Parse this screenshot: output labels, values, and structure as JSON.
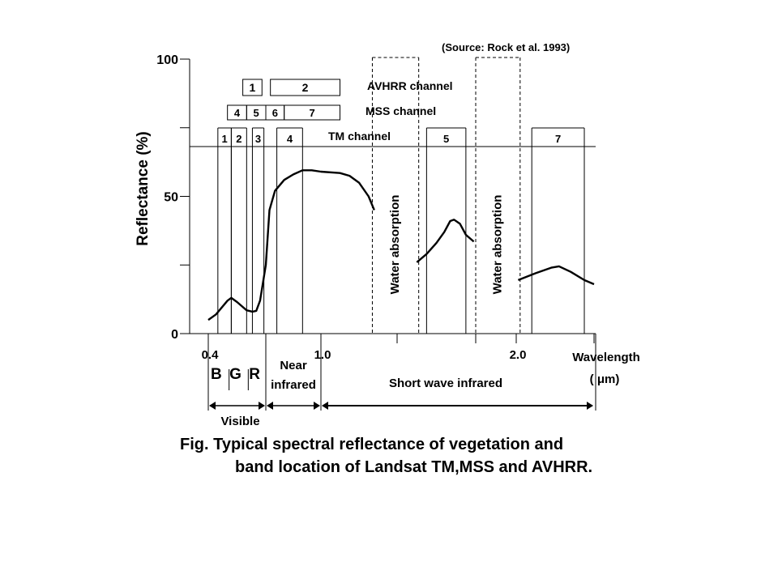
{
  "source_note": "(Source: Rock et al. 1993)",
  "caption": {
    "line1": "Fig. Typical spectral reflectance of vegetation and",
    "line2": "band location of Landsat TM,MSS and AVHRR."
  },
  "chart_data": {
    "type": "line",
    "ylabel": "Reflectance  (%)",
    "xlabel_line1": "Wavelength",
    "xlabel_line2": "( μm)",
    "ylim": [
      0,
      100
    ],
    "xlim": [
      0.38,
      2.4
    ],
    "y_ticks": [
      {
        "value": 0,
        "label": "0"
      },
      {
        "value": 25,
        "label": ""
      },
      {
        "value": 50,
        "label": "50"
      },
      {
        "value": 75,
        "label": ""
      },
      {
        "value": 100,
        "label": "100"
      }
    ],
    "x_ticks": [
      {
        "value": 0.4,
        "label": "0.4"
      },
      {
        "value": 0.7,
        "label": ""
      },
      {
        "value": 1.0,
        "label": "1.0"
      },
      {
        "value": 1.4,
        "label": ""
      },
      {
        "value": 1.8,
        "label": ""
      },
      {
        "value": 2.0,
        "label": "2.0"
      },
      {
        "value": 2.4,
        "label": ""
      }
    ],
    "series": [
      {
        "segments": [
          [
            [
              0.4,
              5
            ],
            [
              0.44,
              7
            ],
            [
              0.5,
              12
            ],
            [
              0.52,
              13
            ],
            [
              0.55,
              11.5
            ],
            [
              0.6,
              8.5
            ],
            [
              0.63,
              8
            ],
            [
              0.65,
              8.3
            ],
            [
              0.67,
              12
            ],
            [
              0.7,
              25
            ],
            [
              0.72,
              45
            ],
            [
              0.75,
              52
            ],
            [
              0.8,
              56
            ],
            [
              0.85,
              58
            ],
            [
              0.9,
              59.5
            ],
            [
              0.95,
              59.5
            ],
            [
              1.0,
              59
            ],
            [
              1.1,
              58.5
            ],
            [
              1.15,
              57.5
            ],
            [
              1.2,
              55
            ],
            [
              1.25,
              50
            ],
            [
              1.28,
              45
            ]
          ],
          [
            [
              1.5,
              26
            ],
            [
              1.55,
              29
            ],
            [
              1.6,
              33
            ],
            [
              1.64,
              37
            ],
            [
              1.67,
              41
            ],
            [
              1.69,
              41.5
            ],
            [
              1.72,
              40
            ],
            [
              1.75,
              36
            ],
            [
              1.79,
              33.5
            ]
          ],
          [
            [
              2.01,
              19.5
            ],
            [
              2.1,
              22
            ],
            [
              2.18,
              24
            ],
            [
              2.22,
              24.5
            ],
            [
              2.28,
              22.5
            ],
            [
              2.35,
              19.5
            ],
            [
              2.4,
              18
            ]
          ]
        ]
      }
    ],
    "water_absorption": [
      {
        "x": [
          1.27,
          1.51
        ],
        "label": "Water absorption"
      },
      {
        "x": [
          1.8,
          2.02
        ],
        "label": "Water absorption"
      }
    ],
    "tm_channel": {
      "label": "TM channel",
      "bands": [
        {
          "label": "1",
          "x": [
            0.45,
            0.52
          ]
        },
        {
          "label": "2",
          "x": [
            0.52,
            0.6
          ]
        },
        {
          "label": "3",
          "x": [
            0.63,
            0.69
          ]
        },
        {
          "label": "4",
          "x": [
            0.76,
            0.9
          ]
        },
        {
          "label": "5",
          "x": [
            1.55,
            1.75
          ]
        },
        {
          "label": "7",
          "x": [
            2.08,
            2.35
          ]
        }
      ]
    },
    "mss_channel": {
      "label": "MSS channel",
      "bands": [
        {
          "label": "4",
          "x": [
            0.5,
            0.6
          ]
        },
        {
          "label": "5",
          "x": [
            0.6,
            0.7
          ]
        },
        {
          "label": "6",
          "x": [
            0.7,
            0.8
          ]
        },
        {
          "label": "7",
          "x": [
            0.8,
            1.1
          ]
        }
      ]
    },
    "avhrr_channel": {
      "label": "AVHRR channel",
      "bands": [
        {
          "label": "1",
          "x": [
            0.58,
            0.68
          ]
        },
        {
          "label": "2",
          "x": [
            0.725,
            1.1
          ]
        }
      ]
    },
    "regions": [
      {
        "label": "Visible",
        "x": [
          0.4,
          0.7
        ]
      },
      {
        "label": "Near",
        "label2": "infrared",
        "x": [
          0.7,
          1.0
        ]
      },
      {
        "label": "Short wave infrared",
        "x": [
          1.0,
          2.4
        ]
      }
    ],
    "color_letters": [
      {
        "label": "B",
        "x": 0.45
      },
      {
        "label": "G",
        "x": 0.55
      },
      {
        "label": "R",
        "x": 0.65
      }
    ]
  }
}
